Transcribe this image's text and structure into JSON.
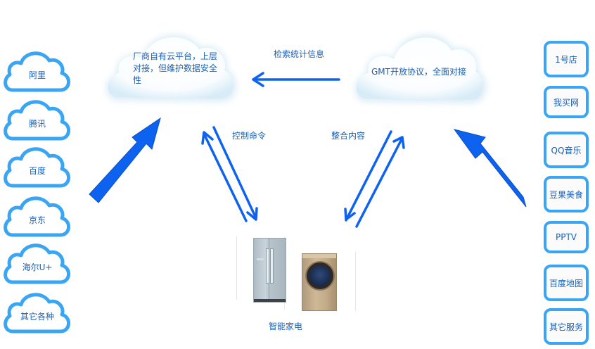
{
  "diagram": {
    "left_platforms": [
      "阿里",
      "腾讯",
      "百度",
      "京东",
      "海尔U+",
      "其它各种"
    ],
    "right_services": [
      "1号店",
      "我买网",
      "QQ音乐",
      "豆果美食",
      "PPTV",
      "百度地图",
      "其它服务"
    ],
    "cloud_left_text": "厂商自有云平台，上层对接，但维护数据安全性",
    "cloud_right_text": "GMT开放协议，全面对接",
    "arrow_labels": {
      "top": "检索统计信息",
      "left_bidirectional": "控制命令",
      "right_bidirectional": "整合内容"
    },
    "appliances_label": "智能家电",
    "appliances": [
      "refrigerator",
      "washing-machine"
    ],
    "colors": {
      "arrow_blue": "#0d63f0",
      "cloud_outline": "#3aa6f3",
      "text_blue": "#1a5fb4"
    }
  }
}
